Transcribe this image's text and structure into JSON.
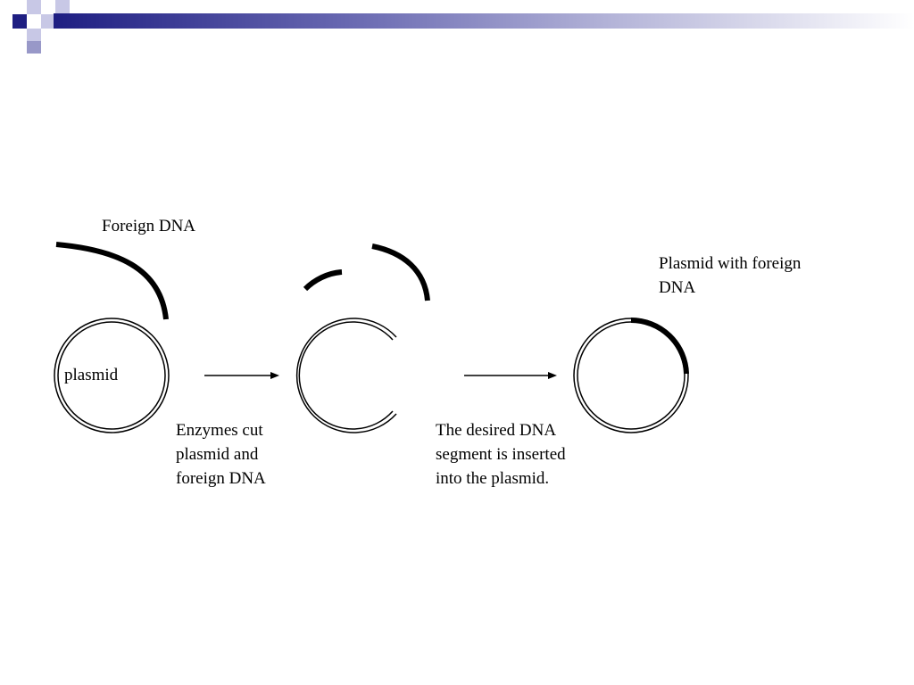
{
  "slide": {
    "labels": {
      "foreign_dna": "Foreign DNA",
      "plasmid": "plasmid",
      "step1": [
        "Enzymes cut",
        "plasmid and",
        "foreign DNA"
      ],
      "step2": [
        "The desired DNA",
        "segment is inserted",
        "into the plasmid."
      ],
      "result": [
        "Plasmid with foreign",
        "DNA"
      ]
    }
  },
  "colors": {
    "header_dark": "#1e1e82",
    "header_mid": "#6a6ab2",
    "header_light": "#b4b4d8",
    "ink": "#000000"
  }
}
